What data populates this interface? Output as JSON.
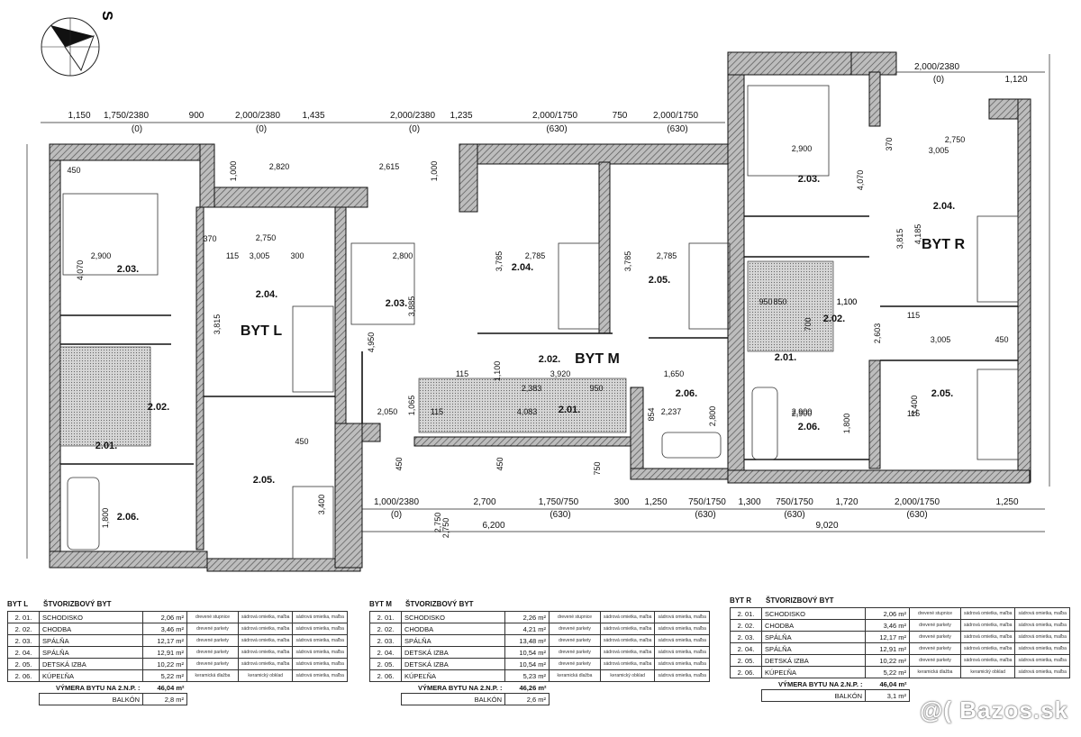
{
  "compass": {
    "letter": "S"
  },
  "top_dims": [
    "1,150",
    "1,750/2380",
    "(0)",
    "900",
    "2,000/2380",
    "(0)",
    "1,435",
    "2,000/2380",
    "(0)",
    "1,235",
    "2,000/1750",
    "(630)",
    "750",
    "2,000/1750",
    "(630)"
  ],
  "top_right_dims": [
    "2,000/2380",
    "(0)",
    "1,120"
  ],
  "bottom_dims": [
    "1,000/2380",
    "(0)",
    "2,700",
    "1,750/750",
    "(630)",
    "300",
    "1,250",
    "750/1750",
    "(630)",
    "1,300",
    "750/1750",
    "(630)",
    "1,720",
    "2,000/1750",
    "(630)",
    "1,250"
  ],
  "bottom_totals": [
    "6,200",
    "9,020"
  ],
  "rooms": {
    "L": [
      "2.03.",
      "2.04.",
      "2.02.",
      "2.01.",
      "2.06.",
      "2.05."
    ],
    "M": [
      "2.03.",
      "2.04.",
      "2.05.",
      "2.02.",
      "2.01.",
      "2.06."
    ],
    "R": [
      "2.03.",
      "2.04.",
      "2.02.",
      "2.01.",
      "2.06.",
      "2.05."
    ]
  },
  "apt_labels": [
    "BYT L",
    "BYT M",
    "BYT R"
  ],
  "inner_dims": [
    "450",
    "2,900",
    "4,070",
    "370",
    "2,750",
    "115",
    "3,005",
    "3,815",
    "300",
    "2,820",
    "2,615",
    "1,000",
    "1,000",
    "2,800",
    "3,885",
    "4,950",
    "2,785",
    "3,785",
    "2,785",
    "3,785",
    "3,920",
    "1,100",
    "115",
    "2,383",
    "4,083",
    "950",
    "1,650",
    "2,237",
    "2,900",
    "850",
    "1,100",
    "950",
    "700",
    "115",
    "2,050",
    "1,065",
    "3,400",
    "450",
    "450",
    "750",
    "2,750",
    "450",
    "854",
    "2,800",
    "370",
    "4,070",
    "2,900",
    "2,750",
    "3,005",
    "4,185",
    "3,815",
    "1,100",
    "2,603",
    "115",
    "3,005",
    "1,800",
    "3,400",
    "2,900",
    "450",
    "115",
    "1,800",
    "2,750"
  ],
  "tables": [
    {
      "code": "BYT L",
      "title": "ŠTVORIZBOVÝ BYT",
      "rows": [
        {
          "num": "2. 01.",
          "name": "SCHODISKO",
          "area": "2,06 m²",
          "m1": "drevené stupnice",
          "m2": "sádrová omietka, maľba",
          "m3": "sádrová omietka, maľba"
        },
        {
          "num": "2. 02.",
          "name": "CHODBA",
          "area": "3,46 m²",
          "m1": "drevené parkety",
          "m2": "sádrová omietka, maľba",
          "m3": "sádrová omietka, maľba"
        },
        {
          "num": "2. 03.",
          "name": "SPÁLŇA",
          "area": "12,17 m²",
          "m1": "drevené parkety",
          "m2": "sádrová omietka, maľba",
          "m3": "sádrová omietka, maľba"
        },
        {
          "num": "2. 04.",
          "name": "SPÁLŇA",
          "area": "12,91 m²",
          "m1": "drevené parkety",
          "m2": "sádrová omietka, maľba",
          "m3": "sádrová omietka, maľba"
        },
        {
          "num": "2. 05.",
          "name": "DETSKÁ IZBA",
          "area": "10,22 m²",
          "m1": "drevené parkety",
          "m2": "sádrová omietka, maľba",
          "m3": "sádrová omietka, maľba"
        },
        {
          "num": "2. 06.",
          "name": "KÚPEĽŇA",
          "area": "5,22 m²",
          "m1": "keramická dlažba",
          "m2": "keramický obklad",
          "m3": "sádrová omietka, maľba"
        }
      ],
      "sum_label": "VÝMERA BYTU NA 2.N.P. :",
      "sum": "46,04 m²",
      "balk_label": "BALKÓN",
      "balk": "2,8 m²"
    },
    {
      "code": "BYT M",
      "title": "ŠTVORIZBOVÝ BYT",
      "rows": [
        {
          "num": "2. 01.",
          "name": "SCHODISKO",
          "area": "2,26 m²",
          "m1": "drevené stupnice",
          "m2": "sádrová omietka, maľba",
          "m3": "sádrová omietka, maľba"
        },
        {
          "num": "2. 02.",
          "name": "CHODBA",
          "area": "4,21 m²",
          "m1": "drevené parkety",
          "m2": "sádrová omietka, maľba",
          "m3": "sádrová omietka, maľba"
        },
        {
          "num": "2. 03.",
          "name": "SPÁLŇA",
          "area": "13,48 m²",
          "m1": "drevené parkety",
          "m2": "sádrová omietka, maľba",
          "m3": "sádrová omietka, maľba"
        },
        {
          "num": "2. 04.",
          "name": "DETSKÁ IZBA",
          "area": "10,54 m²",
          "m1": "drevené parkety",
          "m2": "sádrová omietka, maľba",
          "m3": "sádrová omietka, maľba"
        },
        {
          "num": "2. 05.",
          "name": "DETSKÁ IZBA",
          "area": "10,54 m²",
          "m1": "drevené parkety",
          "m2": "sádrová omietka, maľba",
          "m3": "sádrová omietka, maľba"
        },
        {
          "num": "2. 06.",
          "name": "KÚPEĽŇA",
          "area": "5,23 m²",
          "m1": "keramická dlažba",
          "m2": "keramický obklad",
          "m3": "sádrová omietka, maľba"
        }
      ],
      "sum_label": "VÝMERA BYTU NA 2.N.P. :",
      "sum": "46,26 m²",
      "balk_label": "BALKÓN",
      "balk": "2,6 m²"
    },
    {
      "code": "BYT R",
      "title": "ŠTVORIZBOVÝ BYT",
      "rows": [
        {
          "num": "2. 01.",
          "name": "SCHODISKO",
          "area": "2,06 m²",
          "m1": "drevené stupnice",
          "m2": "sádrová omietka, maľba",
          "m3": "sádrová omietka, maľba"
        },
        {
          "num": "2. 02.",
          "name": "CHODBA",
          "area": "3,46 m²",
          "m1": "drevené parkety",
          "m2": "sádrová omietka, maľba",
          "m3": "sádrová omietka, maľba"
        },
        {
          "num": "2. 03.",
          "name": "SPÁLŇA",
          "area": "12,17 m²",
          "m1": "drevené parkety",
          "m2": "sádrová omietka, maľba",
          "m3": "sádrová omietka, maľba"
        },
        {
          "num": "2. 04.",
          "name": "SPÁLŇA",
          "area": "12,91 m²",
          "m1": "drevené parkety",
          "m2": "sádrová omietka, maľba",
          "m3": "sádrová omietka, maľba"
        },
        {
          "num": "2. 05.",
          "name": "DETSKÁ IZBA",
          "area": "10,22 m²",
          "m1": "drevené parkety",
          "m2": "sádrová omietka, maľba",
          "m3": "sádrová omietka, maľba"
        },
        {
          "num": "2. 06.",
          "name": "KÚPEĽŇA",
          "area": "5,22 m²",
          "m1": "keramická dlažba",
          "m2": "keramický obklad",
          "m3": "sádrová omietka, maľba"
        }
      ],
      "sum_label": "VÝMERA BYTU NA 2.N.P. :",
      "sum": "46,04 m²",
      "balk_label": "BALKÓN",
      "balk": "3,1 m²"
    }
  ],
  "watermark": "@( Bazos.sk"
}
